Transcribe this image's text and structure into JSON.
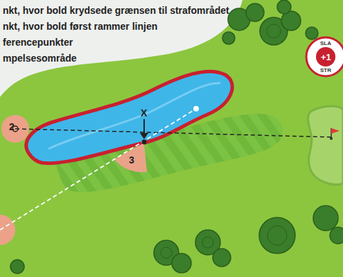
{
  "diagram": {
    "labels": [
      "X",
      "2",
      "3",
      "SLA",
      "+1",
      "STR"
    ],
    "legend": [
      {
        "text": "nkt, hvor bold krydsede grænsen til strafområdet"
      },
      {
        "text": "nkt, hvor bold først rammer linjen"
      },
      {
        "text": "ferencepunkter"
      },
      {
        "text": "mpelsesområde"
      }
    ]
  }
}
